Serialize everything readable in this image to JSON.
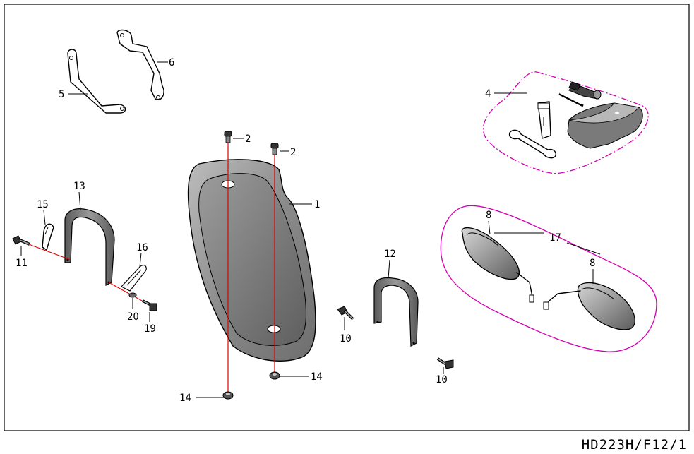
{
  "drawing_code": "HD223H/F12/1",
  "callouts": {
    "c1": "1",
    "c2a": "2",
    "c2b": "2",
    "c4": "4",
    "c5": "5",
    "c6": "6",
    "c8a": "8",
    "c8b": "8",
    "c10a": "10",
    "c10b": "10",
    "c11": "11",
    "c12": "12",
    "c13": "13",
    "c14a": "14",
    "c14b": "14",
    "c15": "15",
    "c16": "16",
    "c17": "17",
    "c19": "19",
    "c20": "20"
  },
  "colors": {
    "fastener_axis": "#e00000",
    "group_outline": "#d400b0",
    "line": "#000000"
  }
}
